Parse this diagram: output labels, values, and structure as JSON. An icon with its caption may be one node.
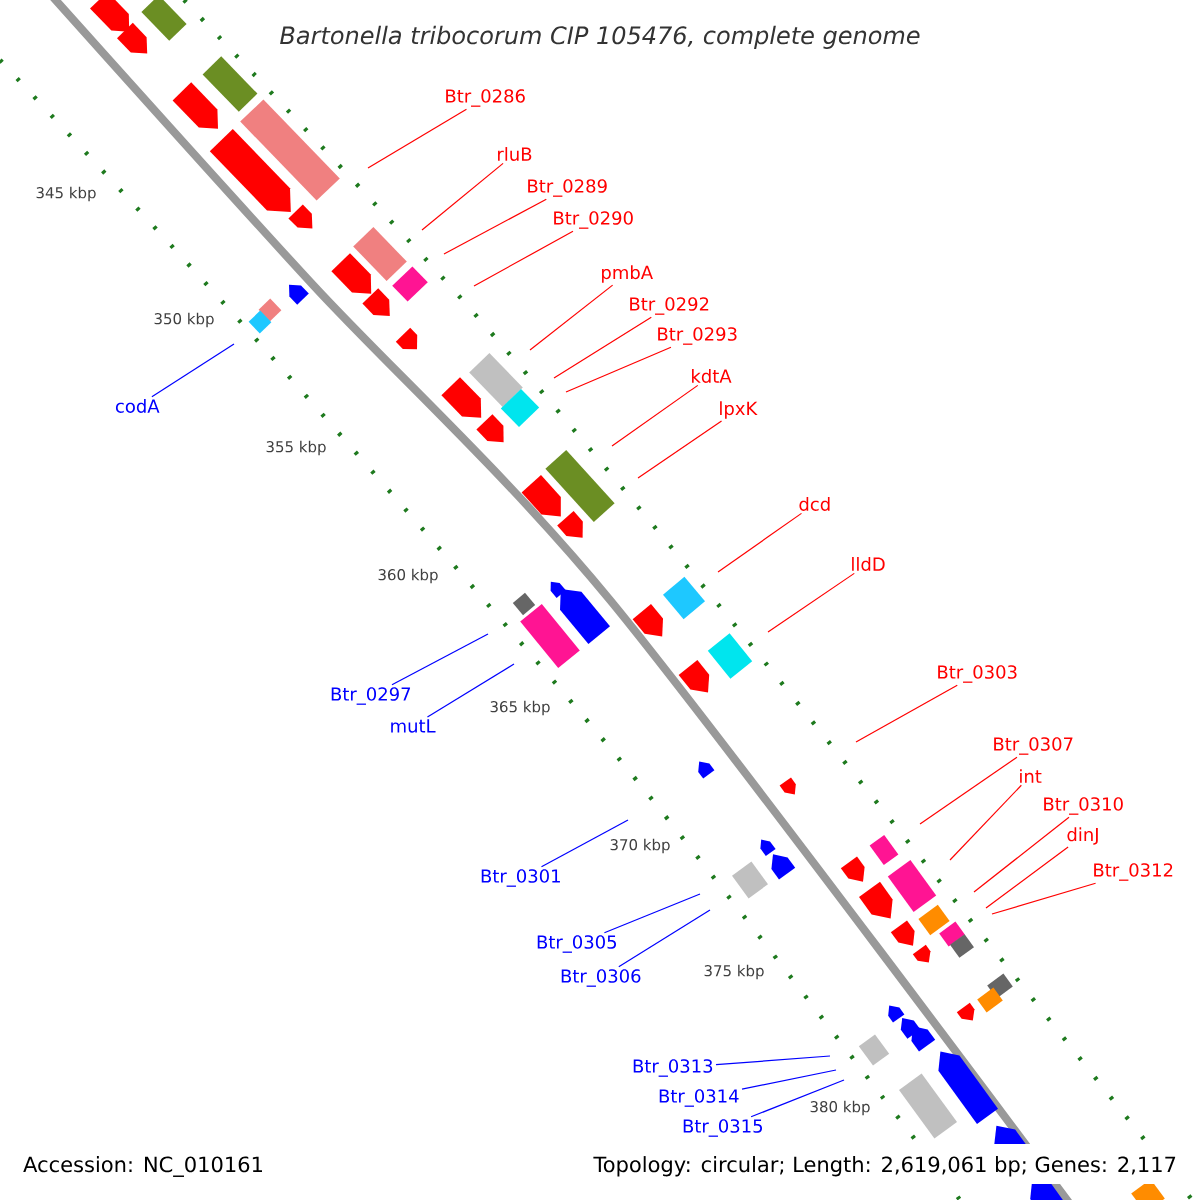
{
  "diagram": {
    "title": "Bartonella tribocorum CIP 105476, complete genome",
    "nodes": [
      {
        "text": [
          "Btr_0286"
        ]
      },
      {
        "text": [
          "rluB"
        ]
      },
      {
        "text": [
          "Btr_0289"
        ]
      },
      {
        "text": [
          "Btr_0290"
        ]
      },
      {
        "text": [
          "pmbA"
        ]
      },
      {
        "text": [
          "Btr_0292"
        ]
      },
      {
        "text": [
          "Btr_0293"
        ]
      },
      {
        "text": [
          "kdtA"
        ]
      },
      {
        "text": [
          "codA"
        ]
      },
      {
        "text": [
          "lpxK"
        ]
      },
      {
        "text": [
          "dcd"
        ]
      },
      {
        "text": [
          "lldD"
        ]
      },
      {
        "text": [
          "Btr_0303"
        ]
      },
      {
        "text": [
          "Btr_0297"
        ]
      },
      {
        "text": [
          "mutL"
        ]
      },
      {
        "text": [
          "Btr_0307"
        ]
      },
      {
        "text": [
          "int"
        ]
      },
      {
        "text": [
          "Btr_0310"
        ]
      },
      {
        "text": [
          "dinJ"
        ]
      },
      {
        "text": [
          "Btr_0312"
        ]
      },
      {
        "text": [
          "Btr_0301"
        ]
      },
      {
        "text": [
          "Btr_0305"
        ]
      },
      {
        "text": [
          "Btr_0306"
        ]
      },
      {
        "text": [
          "Btr_0313"
        ]
      },
      {
        "text": [
          "Btr_0314"
        ]
      },
      {
        "text": [
          "Btr_0315"
        ]
      }
    ],
    "edges": [
      {
        "from": 0,
        "to": null,
        "arrow": "none"
      },
      {
        "from": 1,
        "to": null,
        "arrow": "none"
      },
      {
        "from": 2,
        "to": null,
        "arrow": "none"
      },
      {
        "from": 3,
        "to": null,
        "arrow": "none"
      },
      {
        "from": 4,
        "to": null,
        "arrow": "none"
      },
      {
        "from": 5,
        "to": null,
        "arrow": "none"
      },
      {
        "from": 6,
        "to": null,
        "arrow": "none"
      },
      {
        "from": 7,
        "to": null,
        "arrow": "none"
      },
      {
        "from": 8,
        "to": null,
        "arrow": "none",
        "color": "#0000ff"
      },
      {
        "from": 9,
        "to": null,
        "arrow": "none"
      },
      {
        "from": 10,
        "to": null,
        "arrow": "none"
      },
      {
        "from": 11,
        "to": null,
        "arrow": "none"
      },
      {
        "from": 12,
        "to": null,
        "arrow": "none"
      },
      {
        "from": 13,
        "to": null,
        "arrow": "none",
        "color": "#0000ff"
      },
      {
        "from": 14,
        "to": null,
        "arrow": "none",
        "color": "#0000ff"
      },
      {
        "from": 15,
        "to": null,
        "arrow": "none"
      },
      {
        "from": 16,
        "to": null,
        "arrow": "none"
      },
      {
        "from": 17,
        "to": null,
        "arrow": "none"
      },
      {
        "from": 18,
        "to": null,
        "arrow": "none"
      },
      {
        "from": 19,
        "to": null,
        "arrow": "none"
      },
      {
        "from": 20,
        "to": null,
        "arrow": "none",
        "color": "#0000ff"
      },
      {
        "from": 21,
        "to": null,
        "arrow": "none",
        "color": "#0000ff"
      },
      {
        "from": 22,
        "to": null,
        "arrow": "none",
        "color": "#0000ff"
      },
      {
        "from": 23,
        "to": null,
        "arrow": "none",
        "color": "#0000ff"
      },
      {
        "from": 24,
        "to": null,
        "arrow": "none",
        "color": "#0000ff"
      },
      {
        "from": 25,
        "to": null,
        "arrow": "none",
        "color": "#0000ff"
      }
    ],
    "labels": [
      "345 kbp",
      "350 kbp",
      "355 kbp",
      "360 kbp",
      "365 kbp",
      "370 kbp",
      "375 kbp",
      "380 kbp",
      "Accession: NC_010161",
      "Topology: circular; Length: 2,619,061 bp; Genes: 2,117"
    ]
  }
}
